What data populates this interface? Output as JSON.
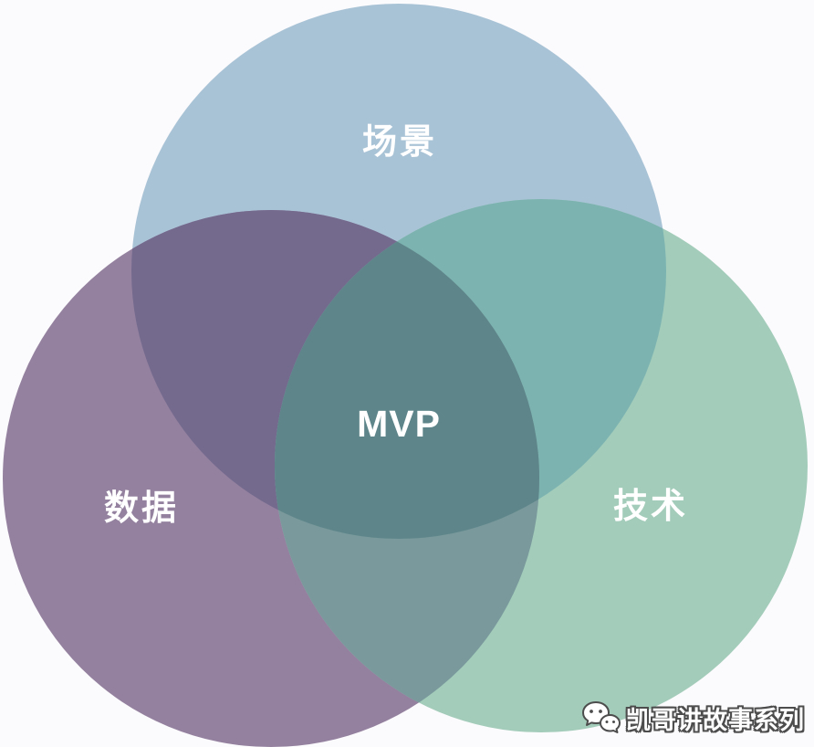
{
  "diagram": {
    "type": "venn",
    "background_color": "#fbfafc",
    "label_color": "#ffffff",
    "center_label": "MVP",
    "circles": [
      {
        "name": "scenario",
        "label": "场景",
        "color": "#a9c3d6"
      },
      {
        "name": "data",
        "label": "数据",
        "color": "#94819f"
      },
      {
        "name": "technology",
        "label": "技术",
        "color": "#a3ccba"
      }
    ],
    "overlap_colors": {
      "scenario_data": "#746a8e",
      "scenario_technology": "#7cb3b1",
      "data_technology": "#79999c",
      "center": "#5e868a"
    }
  },
  "watermark": {
    "icon": "wechat-icon",
    "text": "凯哥讲故事系列",
    "text_color": "#ffffff",
    "outline_color": "#4d4d4d"
  }
}
